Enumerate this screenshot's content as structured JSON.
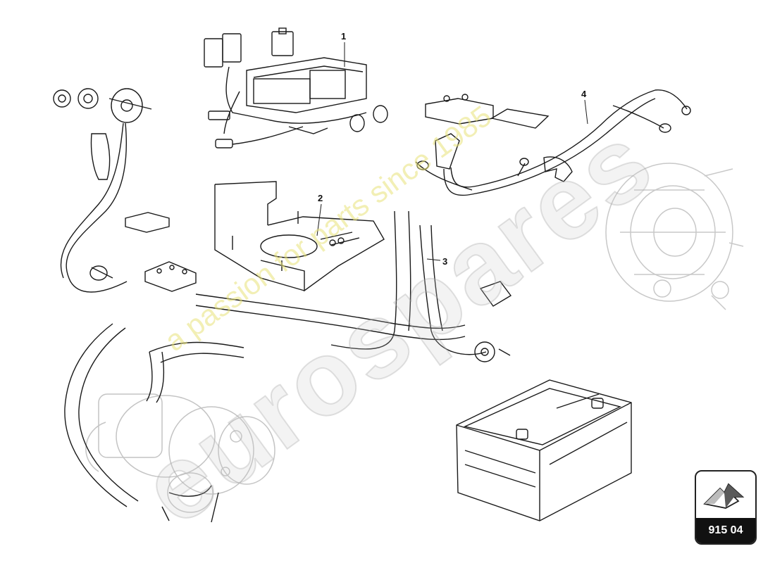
{
  "diagram": {
    "callouts": [
      {
        "id": "1",
        "label": "1"
      },
      {
        "id": "2",
        "label": "2"
      },
      {
        "id": "3",
        "label": "3"
      },
      {
        "id": "4",
        "label": "4"
      }
    ],
    "reference_code": "915 04"
  },
  "watermark": {
    "tagline": "a passion for parts since 1985",
    "brand": "eurospares"
  },
  "colors": {
    "line": "#1a1a1a",
    "ghost": "#bdbdbd",
    "watermark_yellow": "#e8e278"
  },
  "icons": [
    "arrow-reference-icon"
  ]
}
